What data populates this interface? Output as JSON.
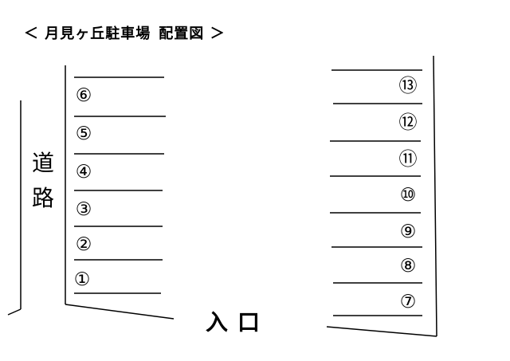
{
  "title": {
    "open_bracket": "＜",
    "name": "月見ヶ丘駐車場",
    "subtitle": "配置図",
    "close_bracket": "＞"
  },
  "road_label": [
    "道",
    "路"
  ],
  "entrance_label": "入口",
  "left_slots": [
    "⑥",
    "⑤",
    "④",
    "③",
    "②",
    "①"
  ],
  "right_slots": [
    "⑬",
    "⑫",
    "⑪",
    "⑩",
    "⑨",
    "⑧",
    "⑦"
  ]
}
